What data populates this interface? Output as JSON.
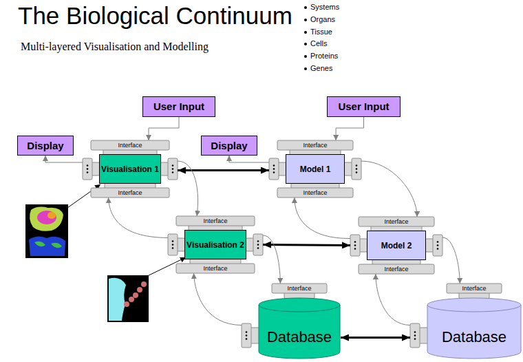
{
  "diagram": {
    "title": "The Biological Continuum",
    "nodes": [
      {
        "text": [
          "User Input"
        ]
      },
      {
        "text": [
          "User Input"
        ]
      },
      {
        "text": [
          "Display"
        ]
      },
      {
        "text": [
          "Visualisation 1"
        ]
      },
      {
        "text": [
          "Display"
        ]
      },
      {
        "text": [
          "Model 1"
        ]
      },
      {
        "text": [
          "Visualisation 2"
        ]
      },
      {
        "text": [
          "Model 2"
        ]
      },
      {
        "text": [
          "Database"
        ]
      },
      {
        "text": [
          "Database"
        ]
      }
    ],
    "edges": [
      {
        "from": 0,
        "to": 3,
        "arrow": "to"
      },
      {
        "from": 1,
        "to": 5,
        "arrow": "to"
      },
      {
        "from": 3,
        "to": 2,
        "arrow": "to"
      },
      {
        "from": 5,
        "to": 4,
        "arrow": "to"
      },
      {
        "from": 3,
        "to": 5,
        "arrow": "both"
      },
      {
        "from": 3,
        "to": 6,
        "arrow": "to"
      },
      {
        "from": 6,
        "to": 3,
        "arrow": "to"
      },
      {
        "from": 5,
        "to": 7,
        "arrow": "to"
      },
      {
        "from": 7,
        "to": 5,
        "arrow": "to"
      },
      {
        "from": 6,
        "to": 7,
        "arrow": "both"
      },
      {
        "from": 6,
        "to": 8,
        "arrow": "to"
      },
      {
        "from": 8,
        "to": 6,
        "arrow": "to"
      },
      {
        "from": 7,
        "to": 9,
        "arrow": "to"
      },
      {
        "from": 9,
        "to": 7,
        "arrow": "to"
      },
      {
        "from": 8,
        "to": 9,
        "arrow": "both"
      }
    ],
    "labels": [
      "Multi-layered Visualisation and Modelling",
      "Systems",
      "Organs",
      "Tissue",
      "Cells",
      "Proteins",
      "Genes",
      "Interface",
      "Interface",
      "Interface",
      "Interface",
      "Interface",
      "Interface",
      "Interface",
      "Interface",
      "Interface",
      "Interface"
    ]
  }
}
